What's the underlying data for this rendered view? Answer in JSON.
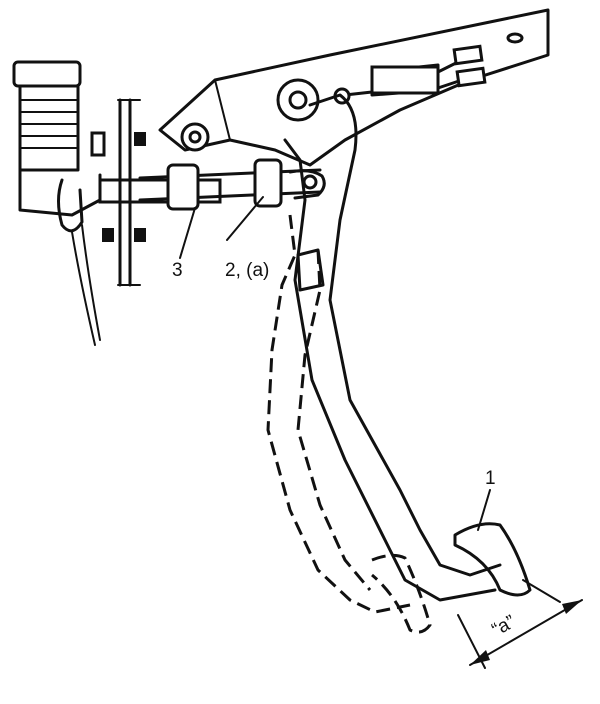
{
  "labels": {
    "pedal_pad": "1",
    "push_rod_nut": "2, (a)",
    "lock_nut": "3",
    "dimension_a": "“a”"
  }
}
